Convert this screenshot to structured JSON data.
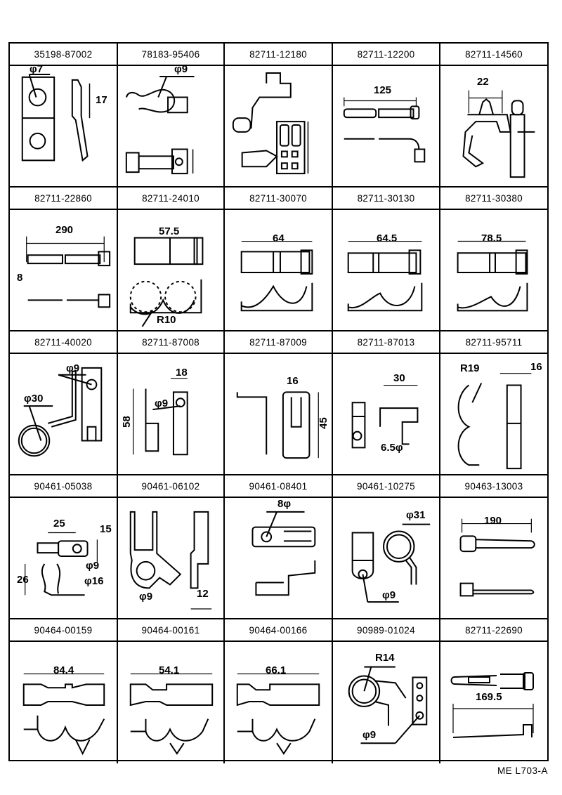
{
  "parts": [
    {
      "part_number": "35198-87002",
      "dims": [
        "φ7",
        "17"
      ]
    },
    {
      "part_number": "78183-95406",
      "dims": [
        "φ9"
      ]
    },
    {
      "part_number": "82711-12180",
      "dims": []
    },
    {
      "part_number": "82711-12200",
      "dims": [
        "125"
      ]
    },
    {
      "part_number": "82711-14560",
      "dims": [
        "22"
      ]
    },
    {
      "part_number": "82711-22860",
      "dims": [
        "290",
        "8"
      ]
    },
    {
      "part_number": "82711-24010",
      "dims": [
        "57.5",
        "R10"
      ]
    },
    {
      "part_number": "82711-30070",
      "dims": [
        "64"
      ]
    },
    {
      "part_number": "82711-30130",
      "dims": [
        "64.5"
      ]
    },
    {
      "part_number": "82711-30380",
      "dims": [
        "78.5"
      ]
    },
    {
      "part_number": "82711-40020",
      "dims": [
        "φ9",
        "φ30"
      ]
    },
    {
      "part_number": "82711-87008",
      "dims": [
        "18",
        "φ9",
        "58"
      ]
    },
    {
      "part_number": "82711-87009",
      "dims": [
        "16",
        "45"
      ]
    },
    {
      "part_number": "82711-87013",
      "dims": [
        "30",
        "6.5φ"
      ]
    },
    {
      "part_number": "82711-95711",
      "dims": [
        "R19",
        "16"
      ]
    },
    {
      "part_number": "90461-05038",
      "dims": [
        "25",
        "15",
        "φ9",
        "26",
        "φ16"
      ]
    },
    {
      "part_number": "90461-06102",
      "dims": [
        "φ9",
        "12"
      ]
    },
    {
      "part_number": "90461-08401",
      "dims": [
        "8φ"
      ]
    },
    {
      "part_number": "90461-10275",
      "dims": [
        "φ31",
        "φ9"
      ]
    },
    {
      "part_number": "90463-13003",
      "dims": [
        "190"
      ]
    },
    {
      "part_number": "90464-00159",
      "dims": [
        "84.4"
      ]
    },
    {
      "part_number": "90464-00161",
      "dims": [
        "54.1"
      ]
    },
    {
      "part_number": "90464-00166",
      "dims": [
        "66.1"
      ]
    },
    {
      "part_number": "90989-01024",
      "dims": [
        "R14",
        "φ9"
      ]
    },
    {
      "part_number": "82711-22690",
      "dims": [
        "169.5"
      ]
    }
  ],
  "footer": {
    "code": "ME  L703-A"
  }
}
